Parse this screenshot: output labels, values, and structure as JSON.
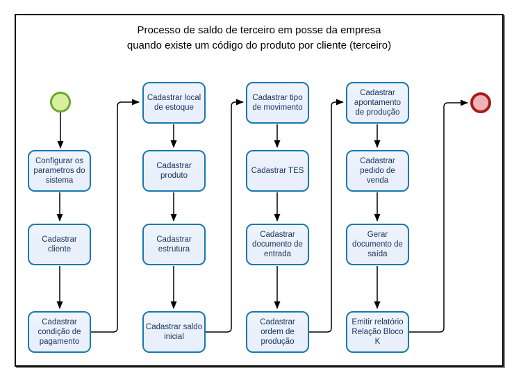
{
  "diagram": {
    "title": [
      "Processo de saldo de terceiro em posse da empresa",
      "quando existe um código do produto por cliente (terceiro)"
    ],
    "start_event": {
      "type": "start"
    },
    "end_event": {
      "type": "end"
    }
  },
  "nodes": [
    {
      "id": "configurar-os-parametros-do-sistema",
      "label": [
        "Configurar os",
        "parametros do",
        "sistema"
      ]
    },
    {
      "id": "cadastrar-cliente",
      "label": [
        "Cadastrar",
        "cliente"
      ]
    },
    {
      "id": "cadastrar-condicao-de-pagamento",
      "label": [
        "Cadastrar",
        "condição de",
        "pagamento"
      ]
    },
    {
      "id": "cadastrar-local-de-estoque",
      "label": [
        "Cadastrar local",
        "de estoque"
      ]
    },
    {
      "id": "cadastrar-produto",
      "label": [
        "Cadastrar",
        "produto"
      ]
    },
    {
      "id": "cadastrar-estrutura",
      "label": [
        "Cadastrar",
        "estrutura"
      ]
    },
    {
      "id": "cadastrar-saldo-inicial",
      "label": [
        "Cadastrar saldo",
        "inicial"
      ]
    },
    {
      "id": "cadastrar-tipo-de-movimento",
      "label": [
        "Cadastrar tipo",
        "de movimento"
      ]
    },
    {
      "id": "cadastrar-tes",
      "label": [
        "Cadastrar TES"
      ]
    },
    {
      "id": "cadastrar-documento-de-entrada",
      "label": [
        "Cadastrar",
        "documento de",
        "entrada"
      ]
    },
    {
      "id": "cadastrar-ordem-de-producao",
      "label": [
        "Cadastrar",
        "ordem de",
        "produção"
      ]
    },
    {
      "id": "cadastrar-apontamento-de-producao",
      "label": [
        "Cadastrar",
        "apontamento",
        "de produção"
      ]
    },
    {
      "id": "cadastrar-pedido-de-venda",
      "label": [
        "Cadastrar",
        "pedido de",
        "venda"
      ]
    },
    {
      "id": "gerar-documento-de-saida",
      "label": [
        "Gerar",
        "documento de",
        "saída"
      ]
    },
    {
      "id": "emitir-relatorio-relacao-bloco-k",
      "label": [
        "Emitir relatório",
        "Relação Bloco",
        "K"
      ]
    }
  ],
  "colors": {
    "node-border": "#1878ae",
    "node-fill": "#e9effb",
    "node-text": "#16365c",
    "start-border": "#6aa82c",
    "start-fill": "#d9efa0",
    "end-border": "#a61c1c",
    "end-fill": "#f0b3b7",
    "connector": "#000000",
    "frame-border": "#000000",
    "title-color": "#000000"
  }
}
